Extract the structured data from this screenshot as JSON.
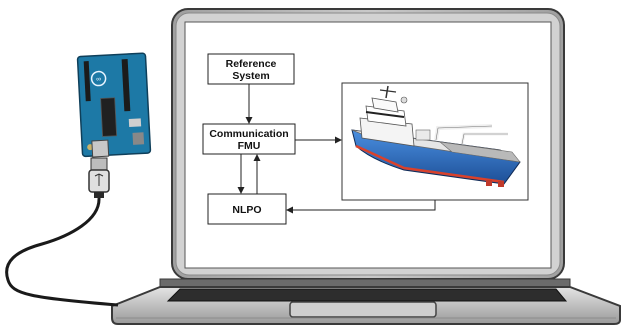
{
  "diagram": {
    "blocks": {
      "reference": {
        "line1": "Reference",
        "line2": "System"
      },
      "communication": {
        "line1": "Communication",
        "line2": "FMU"
      },
      "nlpo": {
        "label": "NLPO"
      }
    },
    "connections": [
      {
        "from": "reference",
        "to": "communication"
      },
      {
        "from": "communication",
        "to": "nlpo"
      },
      {
        "from": "nlpo",
        "to": "communication"
      },
      {
        "from": "communication",
        "to": "vessel-model"
      },
      {
        "from": "vessel-model",
        "to": "nlpo"
      },
      {
        "from": "microcontroller-board",
        "to": "laptop",
        "via": "usb-cable"
      }
    ]
  },
  "icons": {
    "laptop": "laptop-icon",
    "board": "microcontroller-board-icon",
    "cable": "usb-cable-icon",
    "vessel": "ship-icon"
  },
  "colors": {
    "board_blue": "#1d79a6",
    "laptop_bezel": "#b7b7b7",
    "hull_blue": "#2e6fc4",
    "keyboard_dark": "#2d2d2d"
  }
}
